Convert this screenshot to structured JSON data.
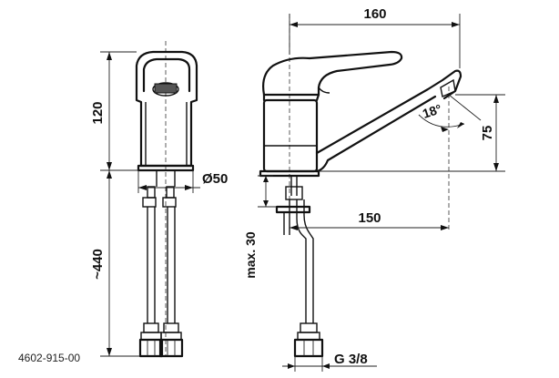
{
  "dimensions": {
    "width_top": "160",
    "height_body": "120",
    "diameter": "Ø50",
    "hose_length": "~440",
    "angle": "18°",
    "spout_height": "75",
    "reach": "150",
    "max_thickness": "max. 30",
    "thread": "G 3/8"
  },
  "product_code": "4602-915-00"
}
